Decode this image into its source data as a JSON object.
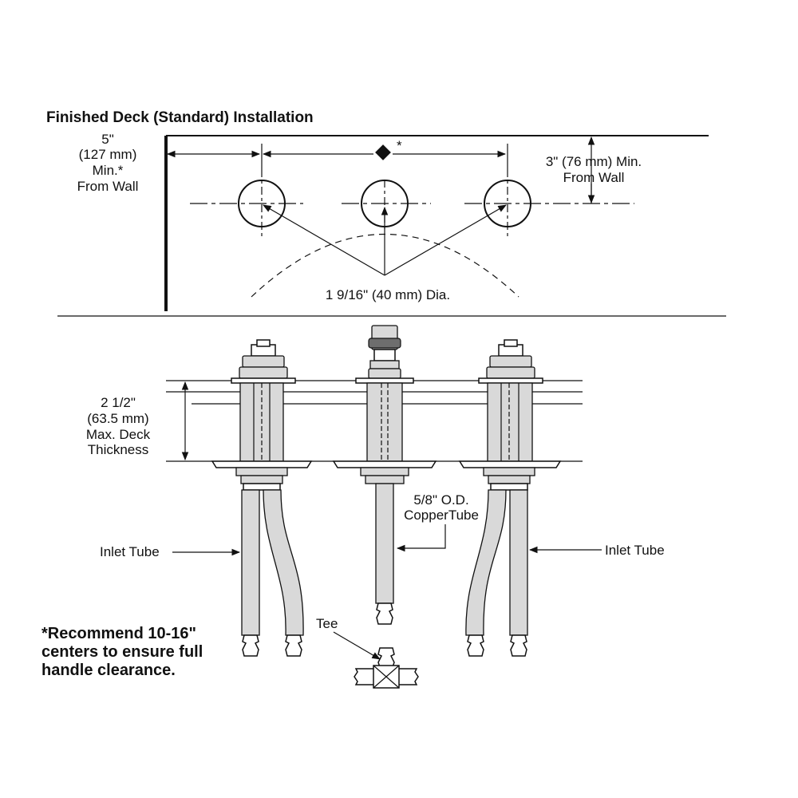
{
  "diagram": {
    "title": "Finished Deck (Standard) Installation",
    "left_wall_dim": [
      "5\"",
      "(127 mm)",
      "Min.*",
      "From Wall"
    ],
    "right_wall_dim": [
      "3\" (76 mm) Min.",
      "From Wall"
    ],
    "center_marker": "*",
    "hole_dia_label": "1 9/16\" (40 mm) Dia.",
    "deck_thickness": [
      "2 1/2\"",
      "(63.5 mm)",
      "Max. Deck",
      "Thickness"
    ],
    "copper_tube": [
      "5/8\" O.D.",
      "CopperTube"
    ],
    "inlet_tube_left": "Inlet Tube",
    "inlet_tube_right": "Inlet Tube",
    "tee_label": "Tee",
    "note": [
      "*Recommend 10-16\"",
      "centers to ensure full",
      "handle clearance."
    ]
  }
}
